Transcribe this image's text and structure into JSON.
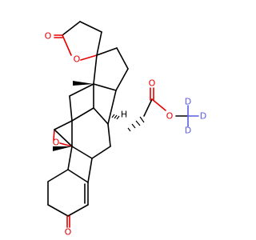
{
  "structure": {
    "atoms": {
      "O": {
        "label": "O",
        "color": "#e60000"
      },
      "H": {
        "label": "H",
        "color": "#000000"
      },
      "D": {
        "label": "D",
        "color": "#5a5ae6"
      }
    },
    "bond_color": "#000000"
  }
}
